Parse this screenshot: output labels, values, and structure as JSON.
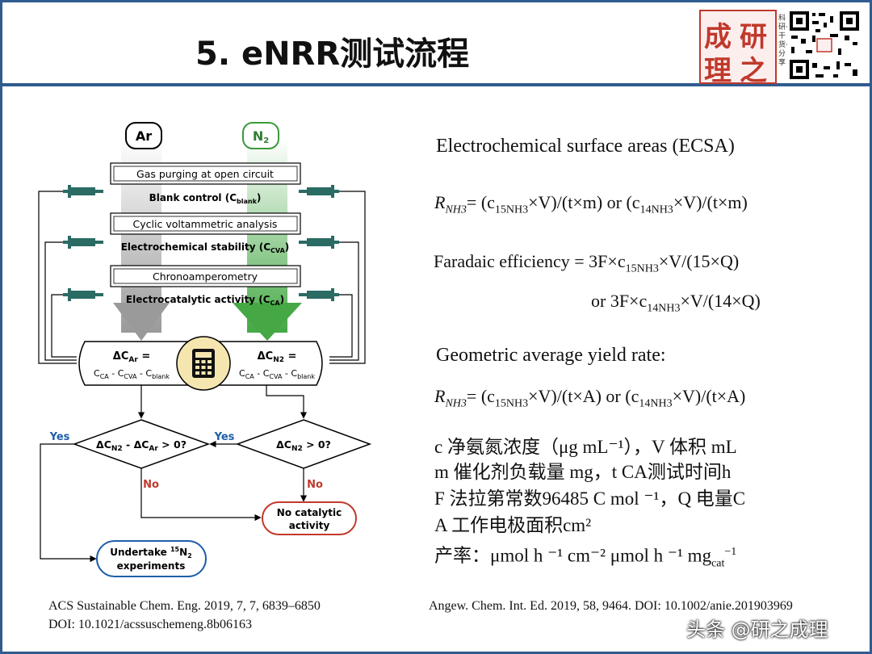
{
  "slide": {
    "title": "5. eNRR测试流程",
    "logo_text": "研之成理",
    "logo_slogan": "科研·干货·分享"
  },
  "flowchart": {
    "gas_ar": "Ar",
    "gas_n2_main": "N",
    "gas_n2_sub": "2",
    "step1": "Gas purging at open circuit",
    "step1_result": "Blank control (C",
    "step1_result_sub": "blank",
    "step2": "Cyclic voltammetric analysis",
    "step2_result": "Electrochemical stability (C",
    "step2_result_sub": "CVA",
    "step3": "Chronoamperometry",
    "step3_result": "Electrocatalytic activity (C",
    "step3_result_sub": "CA",
    "close_paren": ")",
    "delta_ar_label": "ΔC",
    "delta_ar_sub": "Ar",
    "delta_n2_sub": "N2",
    "equals": " =",
    "formula_c": "C",
    "formula_minus": " - ",
    "sub_ca": "CA",
    "sub_cva": "CVA",
    "sub_blank": "blank",
    "decision_left_mid": " - ΔC",
    "decision_gt": " > 0?",
    "yes": "Yes",
    "no": "No",
    "outcome_no_line1": "No catalytic",
    "outcome_no_line2": "activity",
    "outcome_yes_line1": "Undertake ",
    "outcome_yes_sup": "15",
    "outcome_yes_n": "N",
    "outcome_yes_sub": "2",
    "outcome_yes_line2": "experiments",
    "colors": {
      "n2_green": "#4aa84a",
      "ar_gray": "#a0a0a0",
      "yes_blue": "#1f5fa8",
      "no_red": "#c0392b",
      "calc_yellow": "#f5e6b0"
    }
  },
  "right_panel": {
    "ecsa": "Electrochemical surface areas (ECSA)",
    "r_label": "R",
    "r_sub": "NH3",
    "r_formula_a": "= (c",
    "r_formula_a_sub": "15NH3",
    "r_formula_b": "×V)/(t×m) or (c",
    "r_formula_b_sub": "14NH3",
    "r_formula_c": "×V)/(t×m)",
    "fe_line1_a": "Faradaic efficiency = 3F×c",
    "fe_line1_sub": "15NH3",
    "fe_line1_b": "×V/(15×Q)",
    "fe_line2_a": "or 3F×c",
    "fe_line2_sub": "14NH3",
    "fe_line2_b": "×V/(14×Q)",
    "geo": "Geometric average yield rate:",
    "ry_formula_b": "×V)/(t×A) or (c",
    "ry_formula_c": "×V)/(t×A)",
    "def1": "c 净氨氮浓度（μg mL⁻¹），V 体积 mL",
    "def2": "m 催化剂负载量 mg，t CA测试时间h",
    "def3": "F 法拉第常数96485 C mol ⁻¹，Q 电量C",
    "def4": "A 工作电极面积cm²",
    "def5_a": "产率：μmol h ⁻¹ cm⁻²    μmol h ⁻¹ mg",
    "def5_sub": "cat",
    "def5_sup": "−1"
  },
  "references": {
    "left_line1": "ACS Sustainable Chem. Eng. 2019, 7, 7, 6839–6850",
    "left_line2": "DOI: 10.1021/acssuschemeng.8b06163",
    "right_line1": "Angew. Chem. Int. Ed. 2019, 58, 9464. DOI: 10.1002/anie.201903969"
  },
  "watermark": "头条 @研之成理"
}
